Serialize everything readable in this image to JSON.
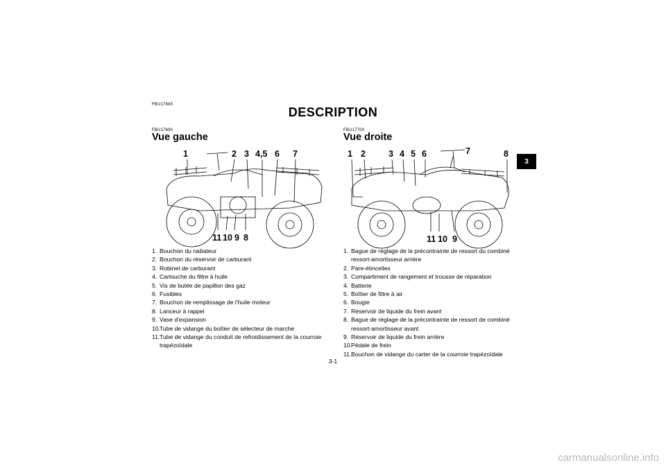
{
  "header": {
    "code": "FBU17680",
    "title": "DESCRIPTION",
    "chapter_tab": "3"
  },
  "left": {
    "code": "FBU17690",
    "title": "Vue gauche",
    "callouts": [
      "1",
      "2",
      "3",
      "4,5",
      "6",
      "7",
      "11",
      "10",
      "9",
      "8"
    ],
    "items": [
      {
        "num": "1. ",
        "text": "Bouchon du radiateur"
      },
      {
        "num": "2. ",
        "text": "Bouchon du réservoir de carburant"
      },
      {
        "num": "3. ",
        "text": "Robinet de carburant"
      },
      {
        "num": "4. ",
        "text": "Cartouche du filtre à huile"
      },
      {
        "num": "5. ",
        "text": "Vis de butée de papillon des gaz"
      },
      {
        "num": "6. ",
        "text": "Fusibles"
      },
      {
        "num": "7. ",
        "text": "Bouchon de remplissage de l'huile moteur"
      },
      {
        "num": "8. ",
        "text": "Lanceur à rappel"
      },
      {
        "num": "9. ",
        "text": "Vase d'expansion"
      },
      {
        "num": "10.",
        "text": "Tube de vidange du boîtier de sélecteur de marche"
      },
      {
        "num": "11.",
        "text": "Tube de vidange du conduit de refroidissement de la courroie trapézoïdale"
      }
    ]
  },
  "right": {
    "code": "FBU17700",
    "title": "Vue droite",
    "callouts": [
      "1",
      "2",
      "3",
      "4",
      "5",
      "6",
      "7",
      "8",
      "11",
      "10",
      "9"
    ],
    "items": [
      {
        "num": "1. ",
        "text": "Bague de réglage de la précontrainte de ressort du combiné ressort-amortisseur arrière"
      },
      {
        "num": "2. ",
        "text": "Pare-étincelles"
      },
      {
        "num": "3. ",
        "text": "Compartiment de rangement et trousse de réparation"
      },
      {
        "num": "4. ",
        "text": "Batterie"
      },
      {
        "num": "5. ",
        "text": "Boîtier de filtre à air"
      },
      {
        "num": "6. ",
        "text": "Bougie"
      },
      {
        "num": "7. ",
        "text": "Réservoir de liquide du frein avant"
      },
      {
        "num": "8. ",
        "text": "Bague de réglage de la précontrainte de ressort de combiné ressort-amortisseur avant"
      },
      {
        "num": "9. ",
        "text": "Réservoir de liquide du frein arrière"
      },
      {
        "num": "10.",
        "text": "Pédale de frein"
      },
      {
        "num": "11.",
        "text": "Bouchon de vidange du carter de la courroie trapézoïdale"
      }
    ]
  },
  "footer": {
    "page_number": "3-1",
    "watermark": "carmanualsonline.info"
  }
}
